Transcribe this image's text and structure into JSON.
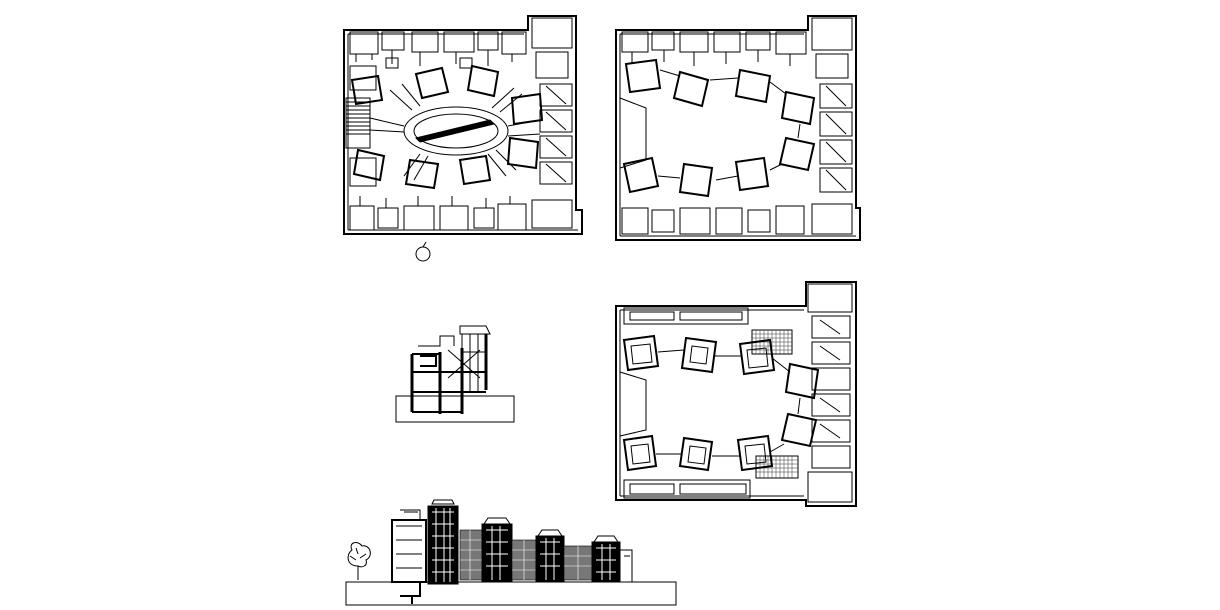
{
  "drawing": {
    "background": "#ffffff",
    "line_color": "#000000",
    "panels": [
      "ground-floor-plan",
      "upper-floor-plan",
      "roof-plan",
      "building-section",
      "street-elevation"
    ]
  }
}
